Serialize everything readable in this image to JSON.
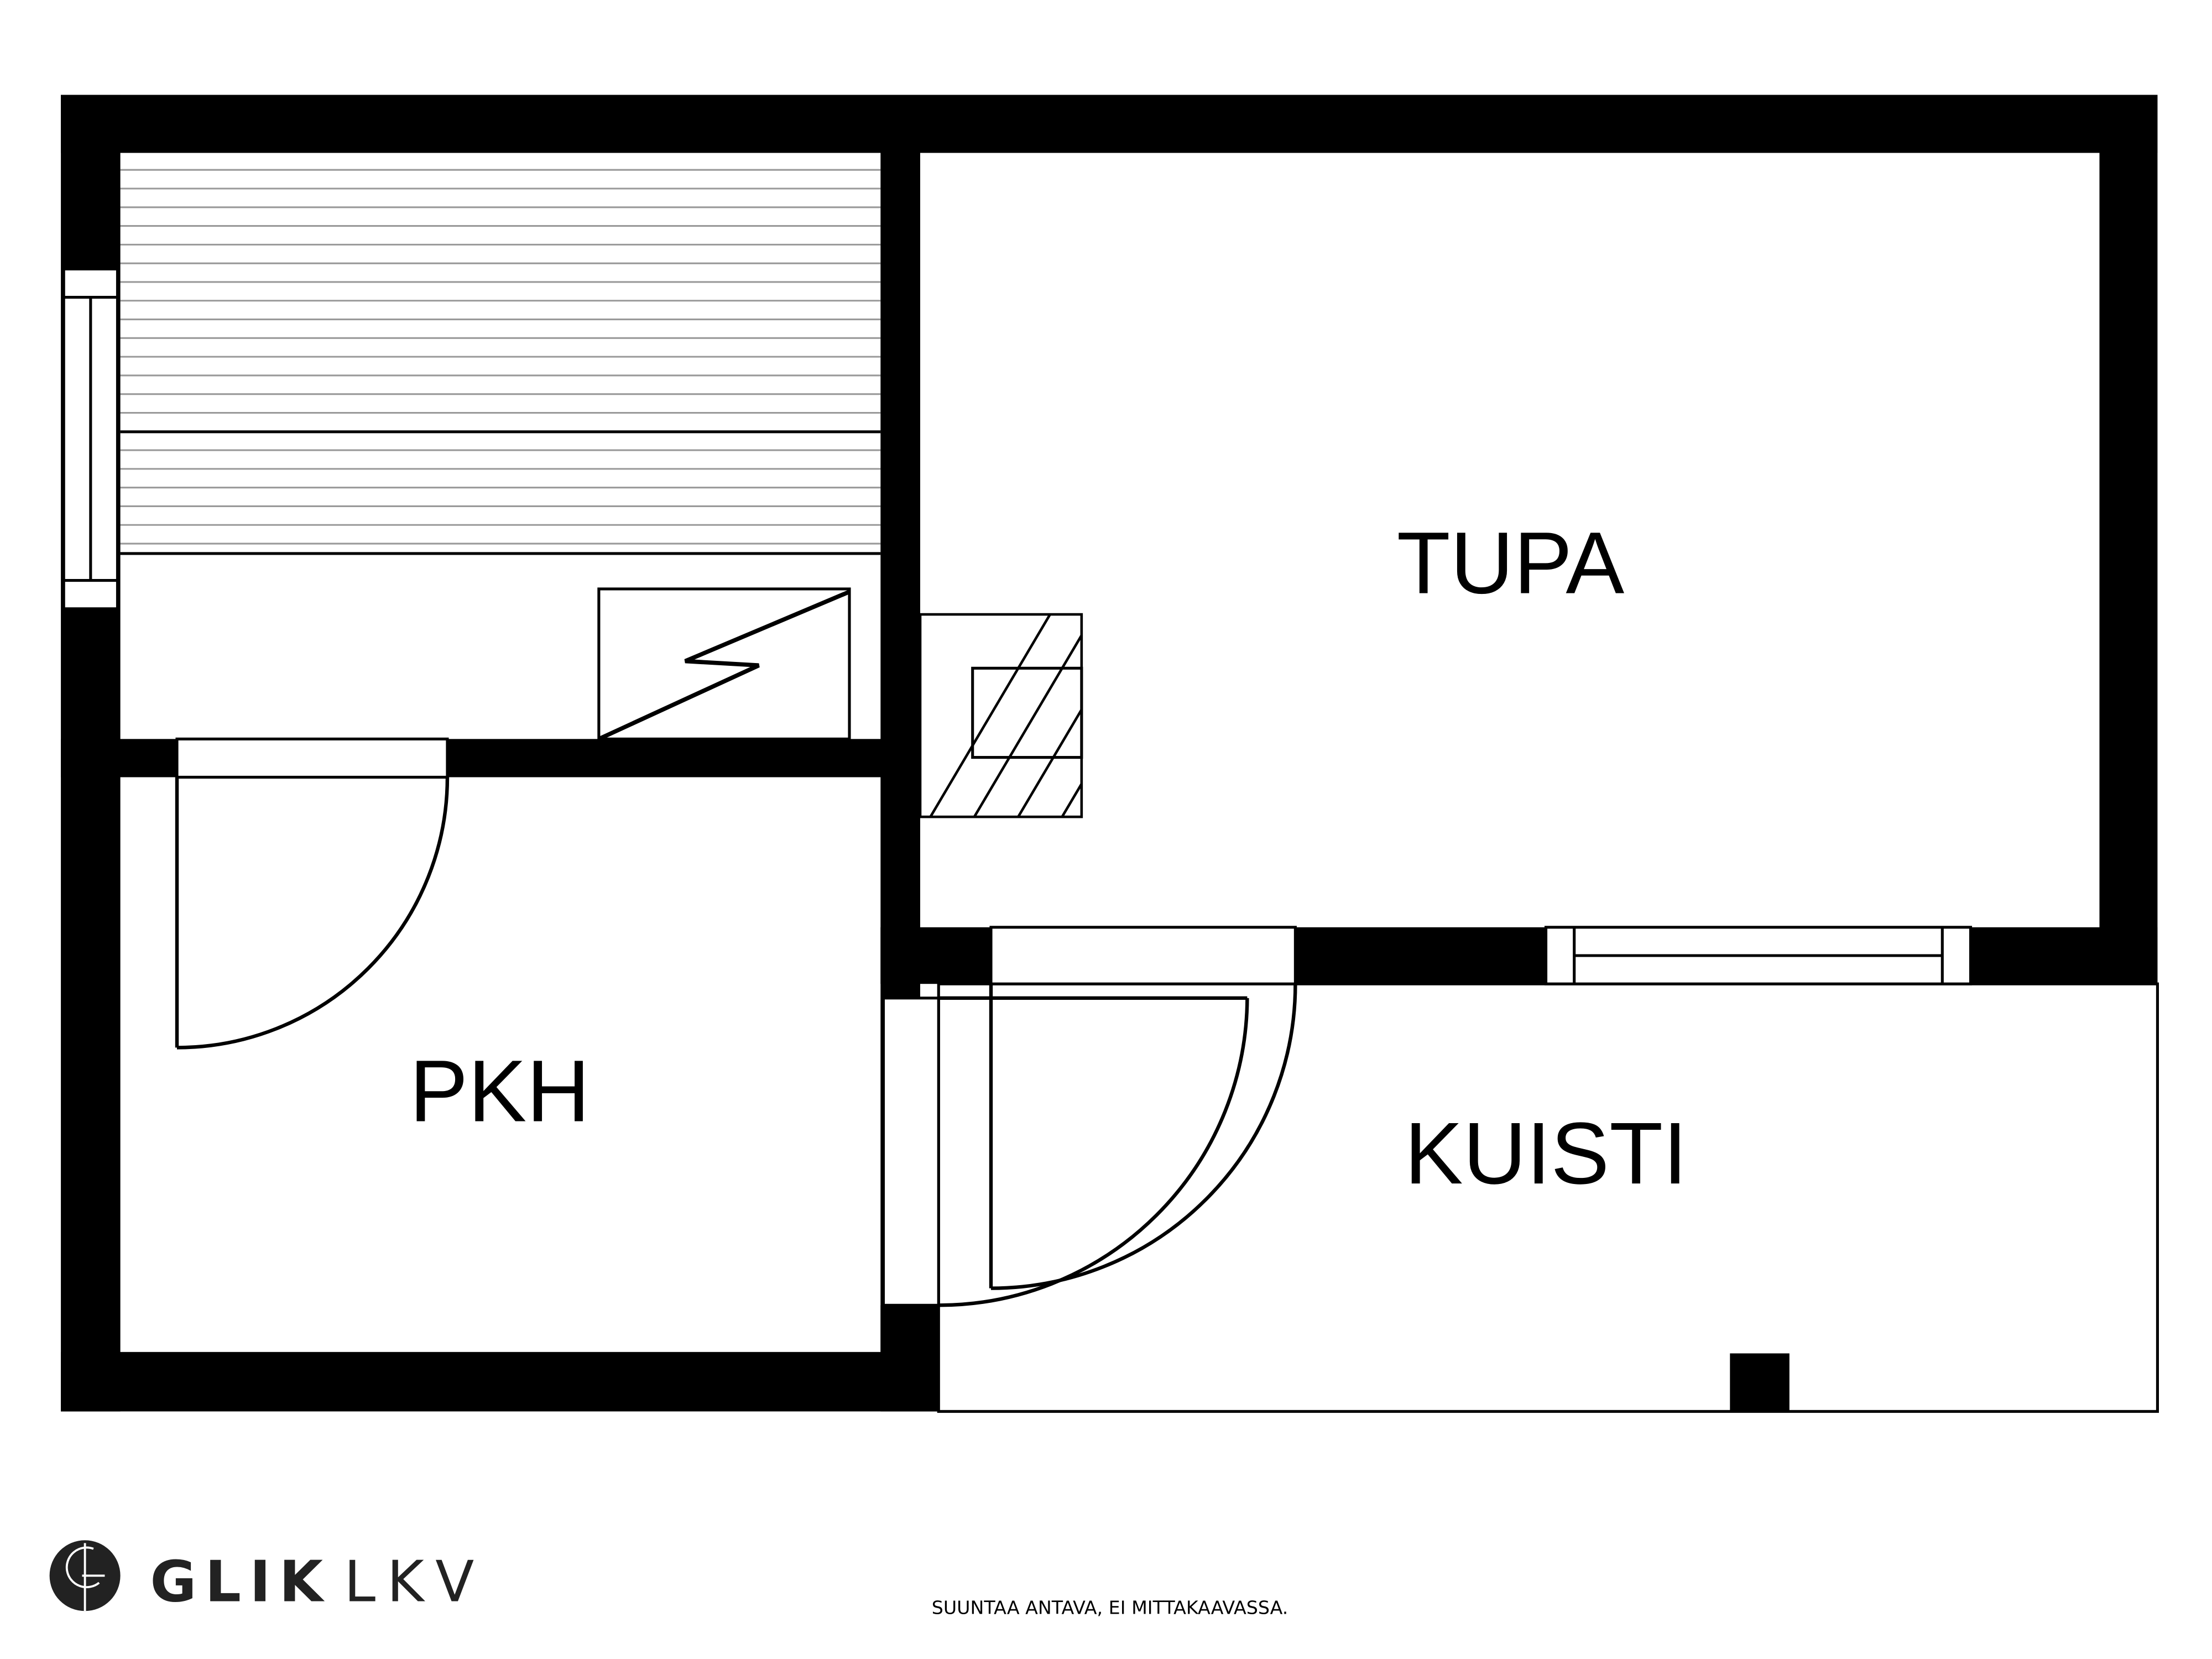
{
  "floorplan": {
    "rooms": [
      {
        "id": "tupa",
        "label": "TUPA"
      },
      {
        "id": "pkh",
        "label": "PKH"
      },
      {
        "id": "kuisti",
        "label": "KUISTI"
      }
    ],
    "wall_color": "#000000",
    "background": "#ffffff"
  },
  "footer": {
    "brand_bold": "GLIK",
    "brand_light": "LKV",
    "disclaimer": "SUUNTAA ANTAVA, EI MITTAKAAVASSA."
  }
}
